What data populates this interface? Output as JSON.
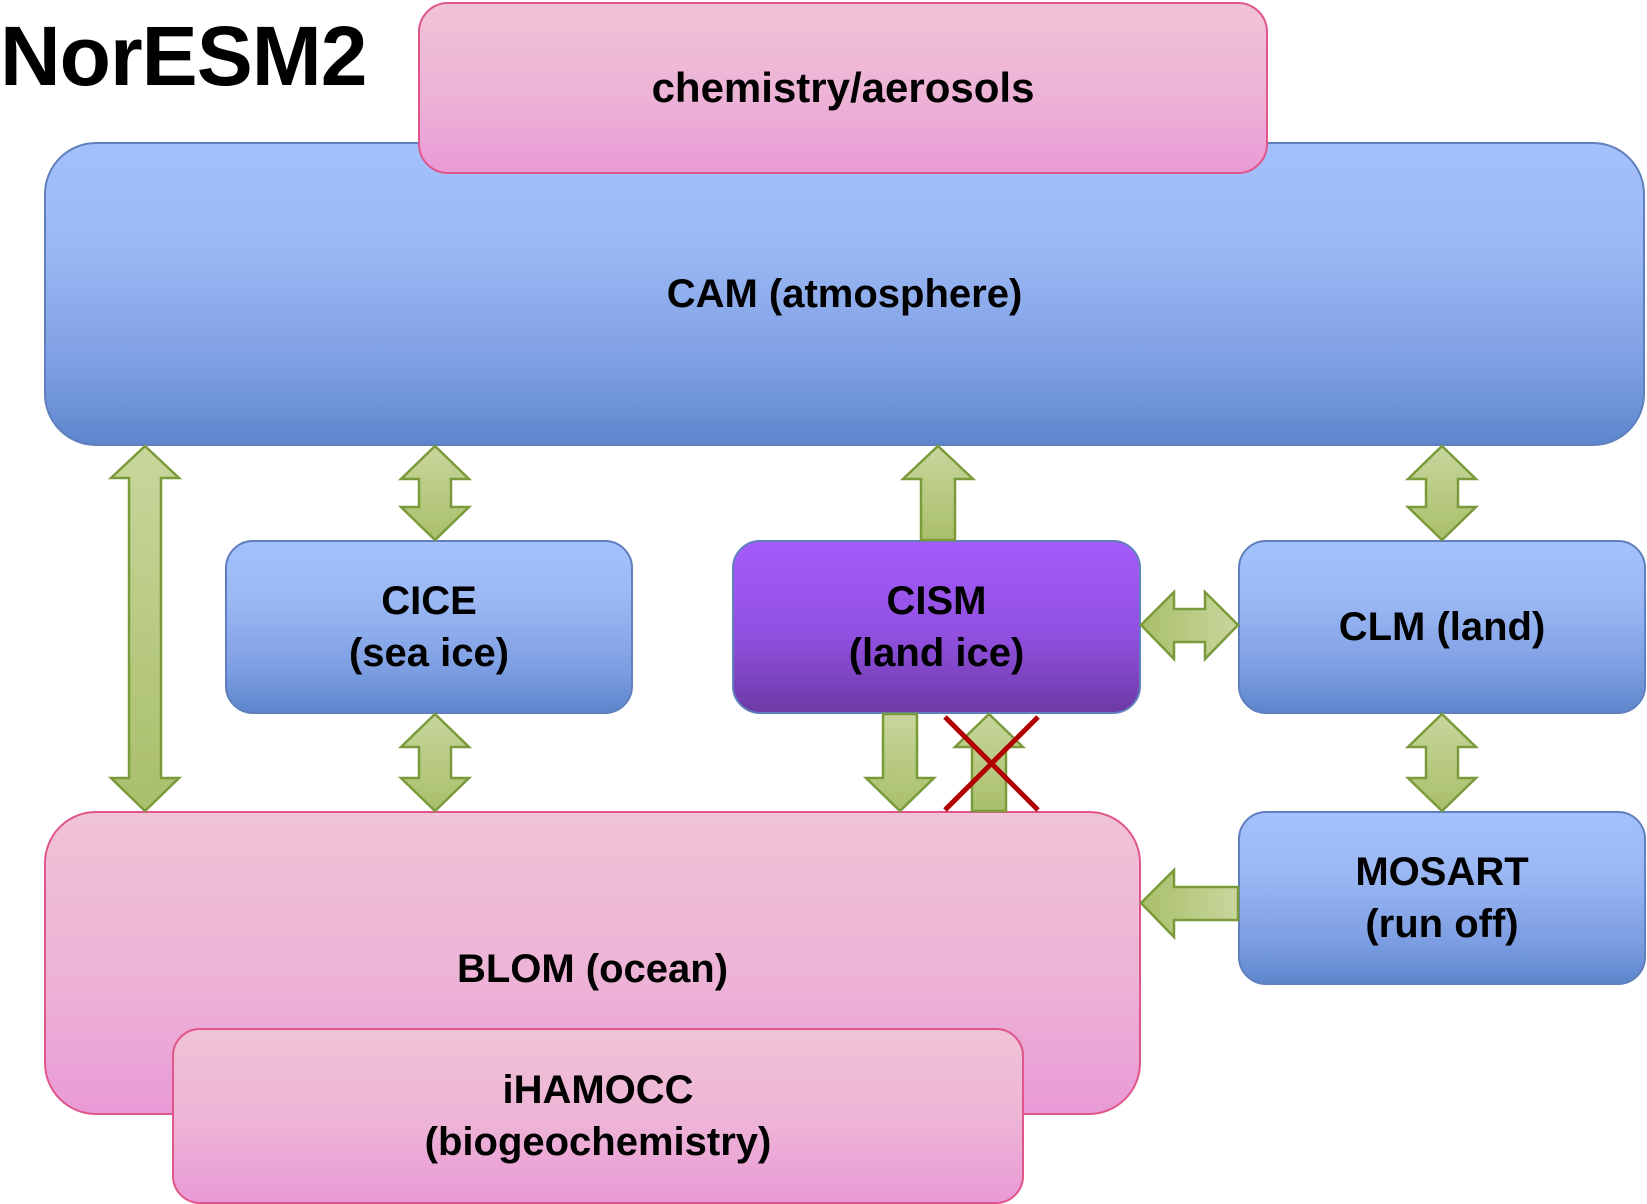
{
  "title": "NorESM2",
  "components": {
    "chemistry": {
      "label": "chemistry/aerosols"
    },
    "cam": {
      "label": "CAM (atmosphere)"
    },
    "cice": {
      "line1": "CICE",
      "line2": "(sea ice)"
    },
    "cism": {
      "line1": "CISM",
      "line2": "(land ice)"
    },
    "clm": {
      "label": "CLM (land)"
    },
    "mosart": {
      "line1": "MOSART",
      "line2": "(run off)"
    },
    "blom": {
      "label": "BLOM (ocean)"
    },
    "ihamocc": {
      "line1": "iHAMOCC",
      "line2": "(biogeochemistry)"
    }
  },
  "connections": [
    {
      "from": "CAM",
      "to": "BLOM",
      "direction": "bidirectional"
    },
    {
      "from": "CAM",
      "to": "CICE",
      "direction": "bidirectional"
    },
    {
      "from": "CISM",
      "to": "CAM",
      "direction": "one-way"
    },
    {
      "from": "CAM",
      "to": "CLM",
      "direction": "bidirectional"
    },
    {
      "from": "CISM",
      "to": "CLM",
      "direction": "bidirectional"
    },
    {
      "from": "CICE",
      "to": "BLOM",
      "direction": "bidirectional"
    },
    {
      "from": "CISM",
      "to": "BLOM",
      "direction": "one-way"
    },
    {
      "from": "BLOM",
      "to": "CISM",
      "direction": "one-way",
      "disabled": true
    },
    {
      "from": "CLM",
      "to": "MOSART",
      "direction": "bidirectional"
    },
    {
      "from": "MOSART",
      "to": "BLOM",
      "direction": "one-way"
    }
  ],
  "colors": {
    "atmosphere_land_blue": "#a3c1fc",
    "ocean_chem_pink": "#edb3d6",
    "land_ice_purple": "#a35cfb",
    "arrow_green": "#b3c47a",
    "arrow_outline": "#7b9a3c",
    "disabled_cross_red": "#b00000"
  }
}
